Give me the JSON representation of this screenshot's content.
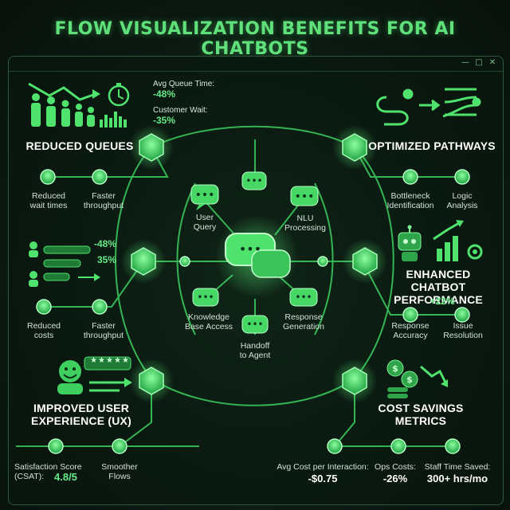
{
  "title": "FLOW VISUALIZATION BENEFITS FOR AI CHATBOTS",
  "window_controls": [
    "—",
    "□",
    "✕"
  ],
  "center_nodes": {
    "user_query": "User\nQuery",
    "nlu": "NLU\nProcessing",
    "knowledge": "Knowledge\nBase Access",
    "response_gen": "Response\nGeneration",
    "handoff": "Handoff\nto Agent"
  },
  "reduced_queues": {
    "heading": "REDUCED QUEUES",
    "stat1_label": "Avg Queue Time:",
    "stat1_value": "-48%",
    "stat2_label": "Customer Wait:",
    "stat2_value": "-35%",
    "left_node": "Reduced\nwait times",
    "right_node": "Faster\nthroughput"
  },
  "mid_left": {
    "stat1": "-48%",
    "stat2": "35%",
    "left_node": "Reduced\ncosts",
    "right_node": "Faster\nthroughput"
  },
  "optimized_pathways": {
    "heading": "OPTIMIZED PATHWAYS",
    "left_node": "Bottleneck\nIdentification",
    "right_node": "Logic\nAnalysis"
  },
  "enhanced_performance": {
    "heading": "ENHANCED CHATBOT\nPERFORMANCE",
    "stat": "+22%",
    "left_node": "Response\nAccuracy",
    "right_node": "Issue\nResolution"
  },
  "ux": {
    "heading": "IMPROVED USER\nEXPERIENCE (UX)",
    "csat_label": "Satisfaction Score\n(CSAT):",
    "csat_value": "4.8/5",
    "right_node": "Smoother\nFlows",
    "stars": "★★★★★"
  },
  "cost": {
    "heading": "COST SAVINGS\nMETRICS",
    "m1_label": "Avg Cost per Interaction:",
    "m1_value": "-$0.75",
    "m2_label": "Ops Costs:",
    "m2_value": "-26%",
    "m3_label": "Staff Time Saved:",
    "m3_value": "300+ hrs/mo"
  },
  "colors": {
    "accent": "#4fe36e",
    "accent_dark": "#1f7a36",
    "line": "#38c25a",
    "bg": "#0c1a12"
  }
}
